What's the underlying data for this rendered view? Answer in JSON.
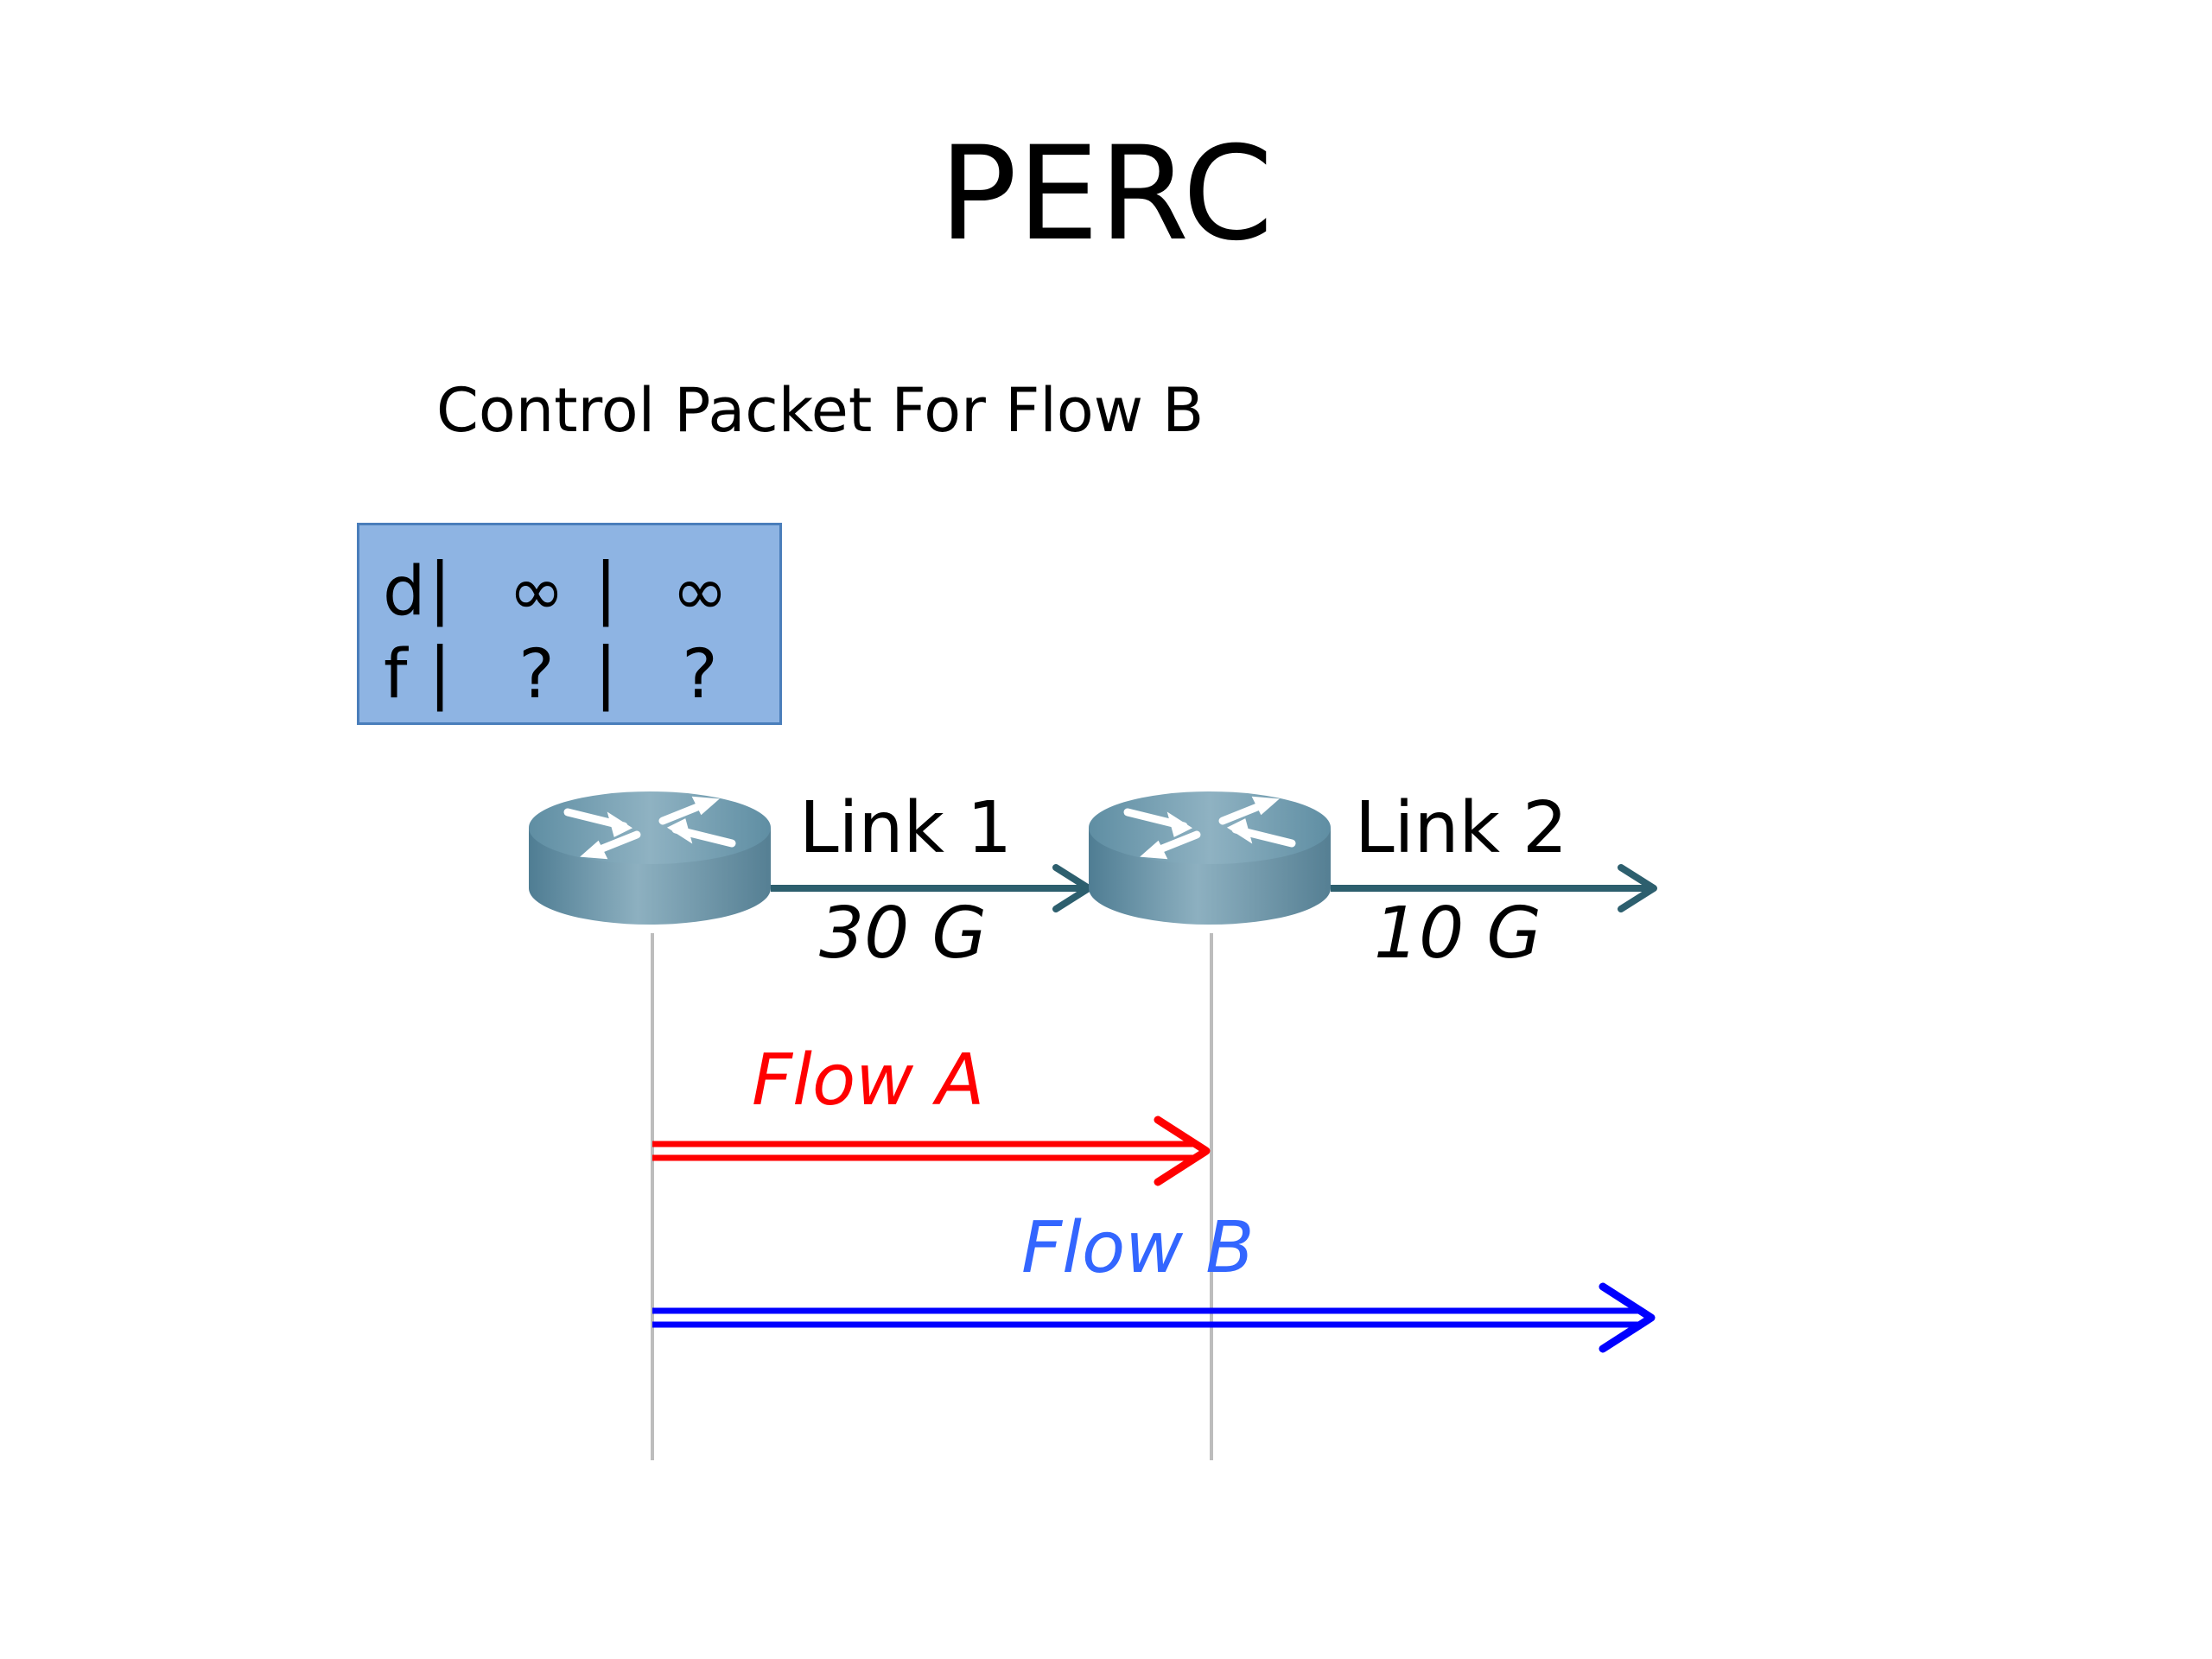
{
  "slide": {
    "title": "PERC",
    "subtitle": "Control Packet For Flow B"
  },
  "packet": {
    "rows": [
      {
        "label": "d",
        "sep": "|",
        "v1": "∞",
        "sep2": "|",
        "v2": "∞"
      },
      {
        "label": "f",
        "sep": "|",
        "v1": "?",
        "sep2": "|",
        "v2": "?"
      }
    ]
  },
  "links": [
    {
      "name": "Link 1",
      "capacity": "30 G"
    },
    {
      "name": "Link 2",
      "capacity": "10 G"
    }
  ],
  "flows": [
    {
      "name": "Flow A",
      "color": "#ff0000"
    },
    {
      "name": "Flow B",
      "color": "#0000ff",
      "label_color": "#3366ff"
    }
  ],
  "colors": {
    "packet_fill": "#8eb4e3",
    "packet_border": "#4a7ebb",
    "link_arrow": "#2d5f6e",
    "router": "#6d95a8"
  },
  "icons": [
    "router-icon",
    "router-icon"
  ]
}
